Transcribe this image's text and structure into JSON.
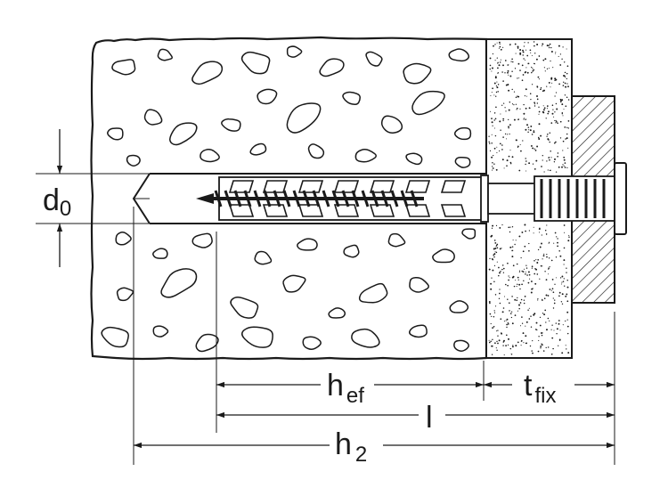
{
  "diagram": {
    "labels": {
      "d0": {
        "main": "d",
        "sub": "0"
      },
      "hef": {
        "main": "h",
        "sub": "ef"
      },
      "tfix": {
        "main": "t",
        "sub": "fix"
      },
      "l": {
        "main": "l"
      },
      "h2": {
        "main": "h",
        "sub": "2"
      }
    },
    "colors": {
      "line": "#1a1a1a",
      "fill": "#ffffff",
      "anchor_fill": "#f2f2f2"
    }
  }
}
